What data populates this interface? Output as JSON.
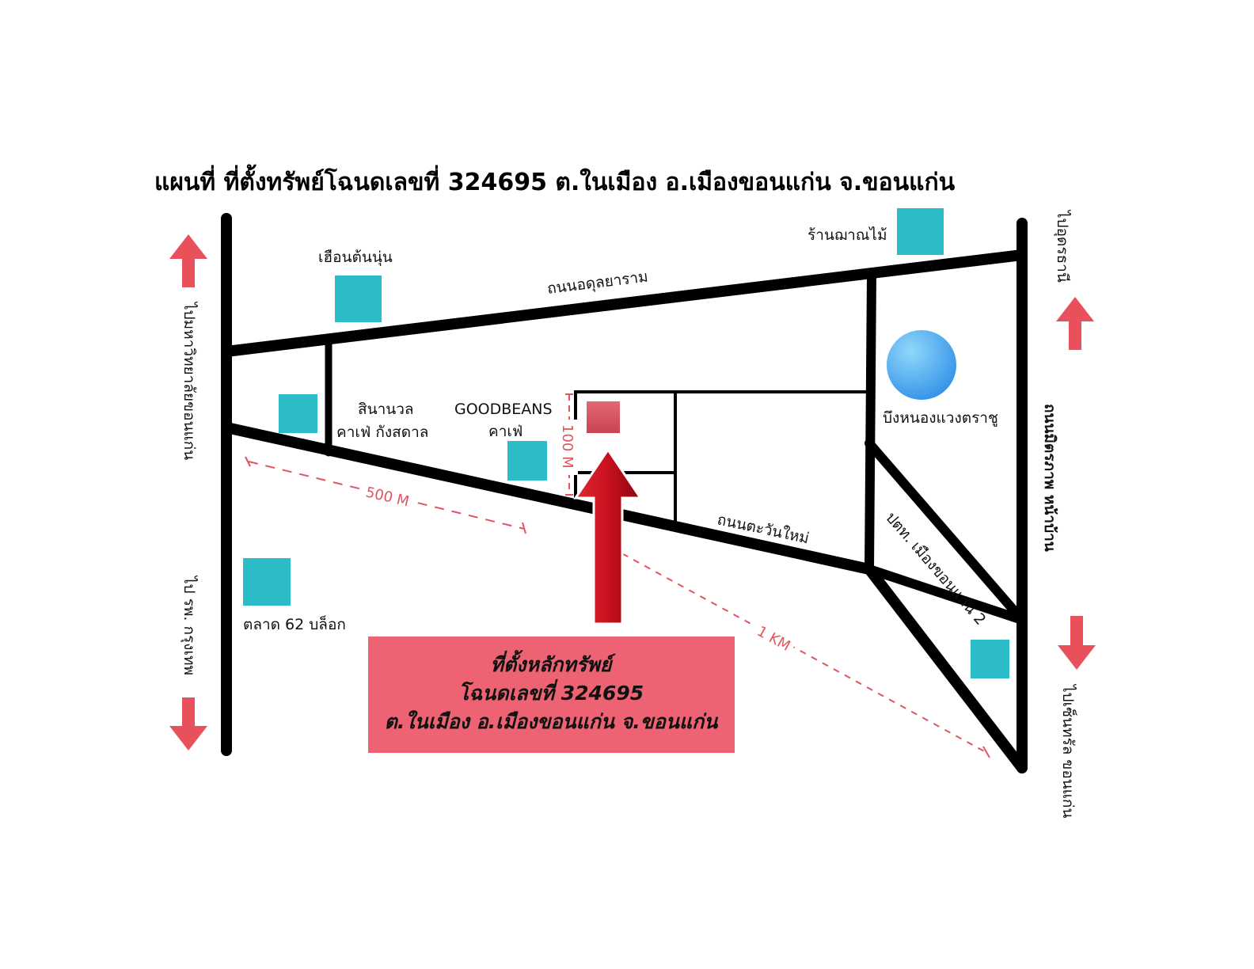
{
  "title": "แผนที่ ที่ตั้งทรัพย์โฉนดเลขที่ 324695 ต.ในเมือง อ.เมืองขอนแก่น จ.ขอนแก่น",
  "colors": {
    "road": "#000000",
    "landmark": "#2bbcc8",
    "arrow_red": "#e8505b",
    "property": "#d94f5c",
    "callout_bg": "#ee6373",
    "distance": "#e05560",
    "lake": "#3fa3ea"
  },
  "landmarks": {
    "hueankhannun": "เฮือนต้นนุ่น",
    "ranmanmai": "ร้านฌาณไม้",
    "sinanuan_line1": "สินานวล",
    "sinanuan_line2": "คาเฟ่ กังสดาล",
    "goodbeans_line1": "GOODBEANS",
    "goodbeans_line2": "คาเฟ่",
    "talad62": "ตลาด 62 บล็อก",
    "lake": "บึงหนองแวงตราชู"
  },
  "roads": {
    "adun": "ถนนอดุลยาราม",
    "tawanmai": "ถนนตะวันใหม่",
    "mittraphap": "ถนนมิตรภาพ หน้าบ้าน",
    "pdt": "ปตท. เมืองขอนแก่น 2"
  },
  "directions": {
    "left_up": "ไปมหาวิทยาลัยขอนแก่น",
    "left_down": "ไป รพ. กรุงเทพ",
    "right_up": "ไปอุดรธานี",
    "right_down": "ไปเซ็นทรัล ขอนแก่น"
  },
  "distances": {
    "d500": "500 M",
    "d1k": "1 KM",
    "d100": "100 M"
  },
  "callout": {
    "line1": "ที่ตั้งหลักทรัพย์",
    "line2": "โฉนดเลขที่ 324695",
    "line3": "ต.ในเมือง อ.เมืองขอนแก่น จ.ขอนแก่น"
  }
}
